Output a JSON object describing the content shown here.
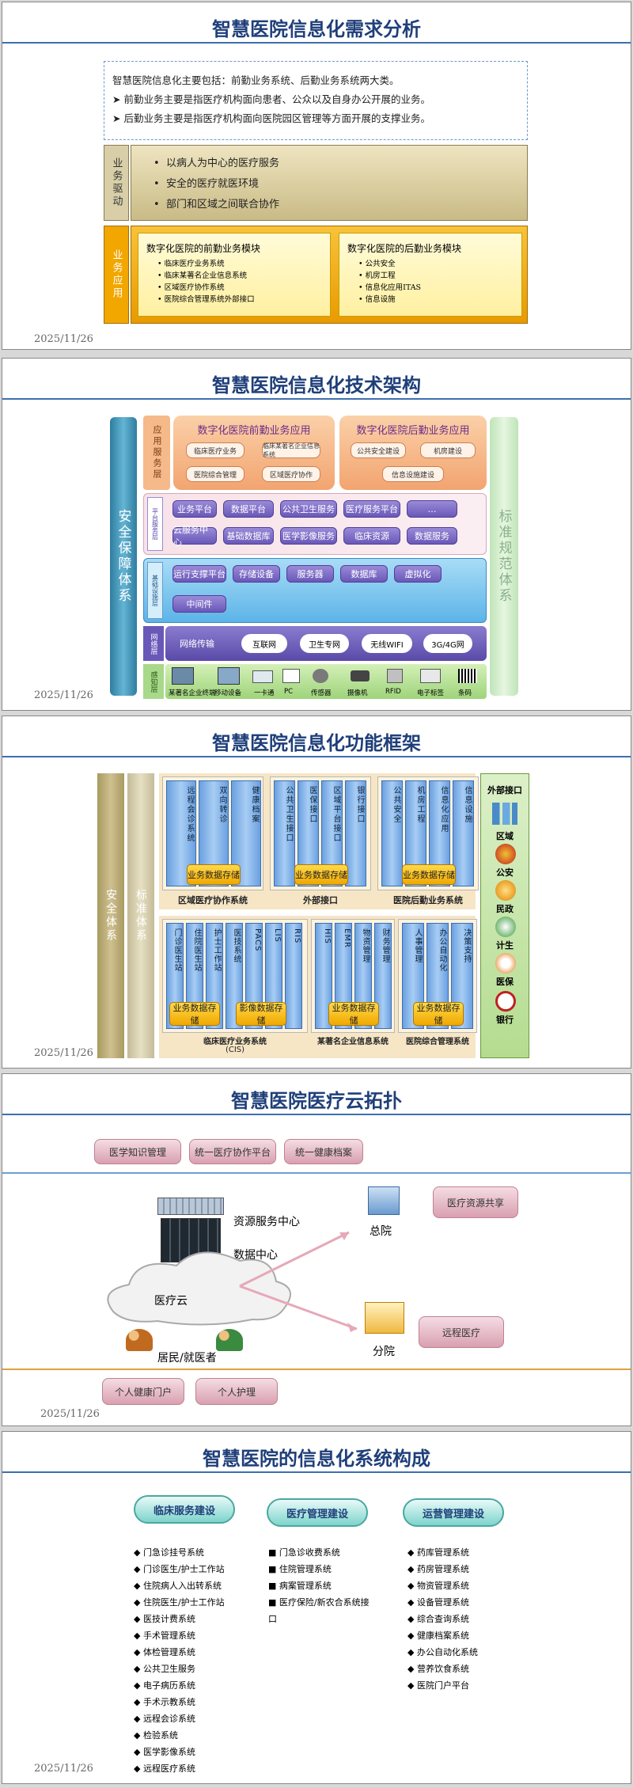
{
  "date": "2025/11/26",
  "s1": {
    "title": "智慧医院信息化需求分析",
    "intro": "智慧医院信息化主要包括：前勤业务系统、后勤业务系统两大类。",
    "front_desc": "前勤业务主要是指医疗机构面向患者、公众以及自身办公开展的业务。",
    "back_desc": "后勤业务主要是指医疗机构面向医院园区管理等方面开展的支撑业务。",
    "drive_label": "业务驱动",
    "drive_items": [
      "以病人为中心的医疗服务",
      "安全的医疗就医环境",
      "部门和区域之间联合协作"
    ],
    "app_label": "业务应用",
    "front_title": "数字化医院的前勤业务模块",
    "front_items": [
      "临床医疗业务系统",
      "临床某著名企业信息系统",
      "区域医疗协作系统",
      "医院综合管理系统外部接口"
    ],
    "back_title": "数字化医院的后勤业务模块",
    "back_items": [
      "公共安全",
      "机房工程",
      "信息化应用ITAS",
      "信息设施"
    ]
  },
  "s2": {
    "title": "智慧医院信息化技术架构",
    "left_label": "安全保障体系",
    "right_label": "标准规范体系",
    "app_layer": "应用服务层",
    "front_app": "数字化医院前勤业务应用",
    "back_app": "数字化医院后勤业务应用",
    "front_modules": [
      "临床医疗业务",
      "临床某著名企业信息系统",
      "医院综合管理",
      "区域医疗协作"
    ],
    "back_modules": [
      "公共安全建设",
      "机房建设",
      "信息设施建设"
    ],
    "platform_label": "平台服务层",
    "platform_row1": [
      "业务平台",
      "数据平台",
      "公共卫生服务",
      "医疗服务平台",
      "…"
    ],
    "platform_row2": [
      "云服务中心",
      "基础数据库",
      "医学影像服务",
      "临床资源",
      "数据服务"
    ],
    "infra_label": "基础设施层",
    "infra_items": [
      "运行支撑平台",
      "存储设备",
      "服务器",
      "数据库",
      "虚拟化",
      "中间件"
    ],
    "net_label": "网络层",
    "net_transfer": "网络传输",
    "net_items": [
      "互联网",
      "卫生专网",
      "无线WIFI",
      "3G/4G网"
    ],
    "sense_label": "感知层",
    "sense_items": [
      "某著名企业终端",
      "移动设备",
      "一卡通",
      "PC",
      "传感器",
      "摄像机",
      "RFID",
      "电子标签",
      "条码"
    ]
  },
  "s3": {
    "title": "智慧医院信息化功能框架",
    "left1": "安全体系",
    "left2": "标准体系",
    "top_groups": [
      {
        "caption": "区域医疗协作系统",
        "store": "业务数据存储",
        "cols": [
          "远程会诊系统",
          "双向转诊",
          "健康档案"
        ]
      },
      {
        "caption": "外部接口",
        "store": "业务数据存储",
        "cols": [
          "公共卫生接口",
          "医保接口",
          "区域平台接口",
          "银行接口"
        ]
      },
      {
        "caption": "医院后勤业务系统",
        "store": "业务数据存储",
        "cols": [
          "公共安全",
          "机房工程",
          "信息化应用",
          "信息设施"
        ]
      }
    ],
    "bottom_groups": [
      {
        "caption": "临床医疗业务系统",
        "sub": "(CIS)",
        "store1": "业务数据存储",
        "store2": "影像数据存储",
        "cols": [
          "门诊医生站",
          "住院医生站",
          "护士工作站",
          "医技系统",
          "PACS",
          "LIS",
          "RIS"
        ]
      },
      {
        "caption": "某著名企业信息系统",
        "store": "业务数据存储",
        "cols": [
          "HIS",
          "EMR",
          "物资管理",
          "财务管理"
        ]
      },
      {
        "caption": "医院综合管理系统",
        "store": "业务数据存储",
        "cols": [
          "人事管理",
          "办公自动化",
          "决策支持"
        ]
      }
    ],
    "right_title": "外部接口",
    "right_items": [
      "区域",
      "公安",
      "民政",
      "计生",
      "医保",
      "银行"
    ]
  },
  "s4": {
    "title": "智慧医院医疗云拓扑",
    "top_pills": [
      "医学知识管理",
      "统一医疗协作平台",
      "统一健康档案"
    ],
    "resource": "资源服务中心",
    "datacenter": "数据中心",
    "cloud": "医疗云",
    "hq": "总院",
    "branch": "分院",
    "residents": "居民/就医者",
    "share": "医疗资源共享",
    "remote": "远程医疗",
    "bottom_pills": [
      "个人健康门户",
      "个人护理"
    ]
  },
  "s5": {
    "title": "智慧医院的信息化系统构成",
    "clinical_title": "临床服务建设",
    "clinical_items": [
      "门急诊挂号系统",
      "门诊医生/护士工作站",
      "住院病人入出转系统",
      "住院医生/护士工作站",
      "医技计费系统",
      "手术管理系统",
      "体检管理系统",
      "公共卫生服务",
      "电子病历系统",
      "手术示教系统",
      "远程会诊系统",
      "检验系统",
      "医学影像系统",
      "远程医疗系统"
    ],
    "mgmt_title": "医疗管理建设",
    "mgmt_items": [
      "门急诊收费系统",
      "住院管理系统",
      "病案管理系统",
      "医疗保险/新农合系统接口"
    ],
    "ops_title": "运营管理建设",
    "ops_items": [
      "药库管理系统",
      "药房管理系统",
      "物资管理系统",
      "设备管理系统",
      "综合查询系统",
      "健康档案系统",
      "办公自动化系统",
      "营养饮食系统",
      "医院门户平台"
    ]
  }
}
